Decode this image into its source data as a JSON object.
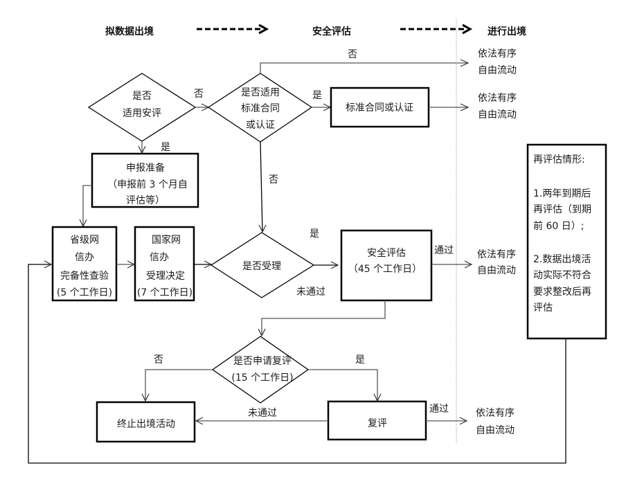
{
  "header": {
    "stage1": "拟数据出境",
    "stage2": "安全评估",
    "stage3": "进行出境"
  },
  "nodes": {
    "d_apply_assessment": [
      "是否",
      "适用安评"
    ],
    "d_standard_contract": [
      "是否适用",
      "标准合同",
      "或认证"
    ],
    "b_standard_contract": "标准合同或认证",
    "b_prepare": [
      "申报准备",
      "（申报前 3 个月自",
      "评估等）"
    ],
    "b_provincial": [
      "省级网",
      "信办",
      "完备性查验",
      "(5 个工作日)"
    ],
    "b_national": [
      "国家网",
      "信办",
      "受理决定",
      "(7 个工作日)"
    ],
    "d_accept": "是否受理",
    "b_security_assessment": [
      "安全评估",
      "（45 个工作日）"
    ],
    "d_apply_review": [
      "是否申请复评",
      "(15 个工作日)"
    ],
    "b_terminate": "终止出境活动",
    "b_review": "复评",
    "reassess_note": {
      "title": "再评估情形:",
      "item1": [
        "1.两年到期后",
        "再评估（到期",
        "前 60 日）;"
      ],
      "item2": [
        "2.数据出境活",
        "动实际不符合",
        "要求整改后再",
        "评估"
      ]
    }
  },
  "outcome": [
    "依法有序",
    "自由流动"
  ],
  "edge_labels": {
    "no": "否",
    "yes": "是",
    "pass": "通过",
    "fail": "未通过"
  }
}
